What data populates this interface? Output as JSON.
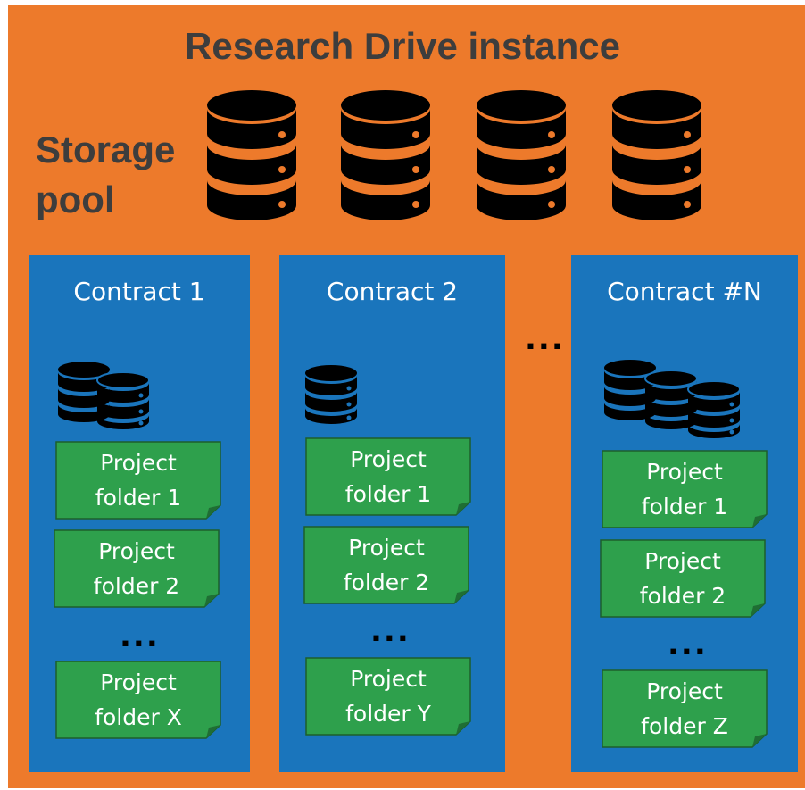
{
  "title": "Research Drive instance",
  "storage_pool": {
    "line1": "Storage",
    "line2": "pool"
  },
  "between_contracts_ellipsis": "...",
  "contracts": [
    {
      "title": "Contract 1",
      "db_count": 2,
      "folders": [
        {
          "line1": "Project",
          "line2": "folder 1"
        },
        {
          "line1": "Project",
          "line2": "folder 2"
        },
        {
          "line1": "Project",
          "line2": "folder X"
        }
      ],
      "ellipsis": "..."
    },
    {
      "title": "Contract 2",
      "db_count": 1,
      "folders": [
        {
          "line1": "Project",
          "line2": "folder 1"
        },
        {
          "line1": "Project",
          "line2": "folder 2"
        },
        {
          "line1": "Project",
          "line2": "folder Y"
        }
      ],
      "ellipsis": "..."
    },
    {
      "title": "Contract #N",
      "db_count": 3,
      "folders": [
        {
          "line1": "Project",
          "line2": "folder 1"
        },
        {
          "line1": "Project",
          "line2": "folder 2"
        },
        {
          "line1": "Project",
          "line2": "folder Z"
        }
      ],
      "ellipsis": "..."
    }
  ],
  "colors": {
    "background": "#ed7a2b",
    "contract": "#1a75bc",
    "folder": "#2ea04c",
    "storage_bands_big": "#ed7a2b",
    "storage_bands_small": "#1a75bc",
    "text_dark": "#3d3d3d"
  }
}
